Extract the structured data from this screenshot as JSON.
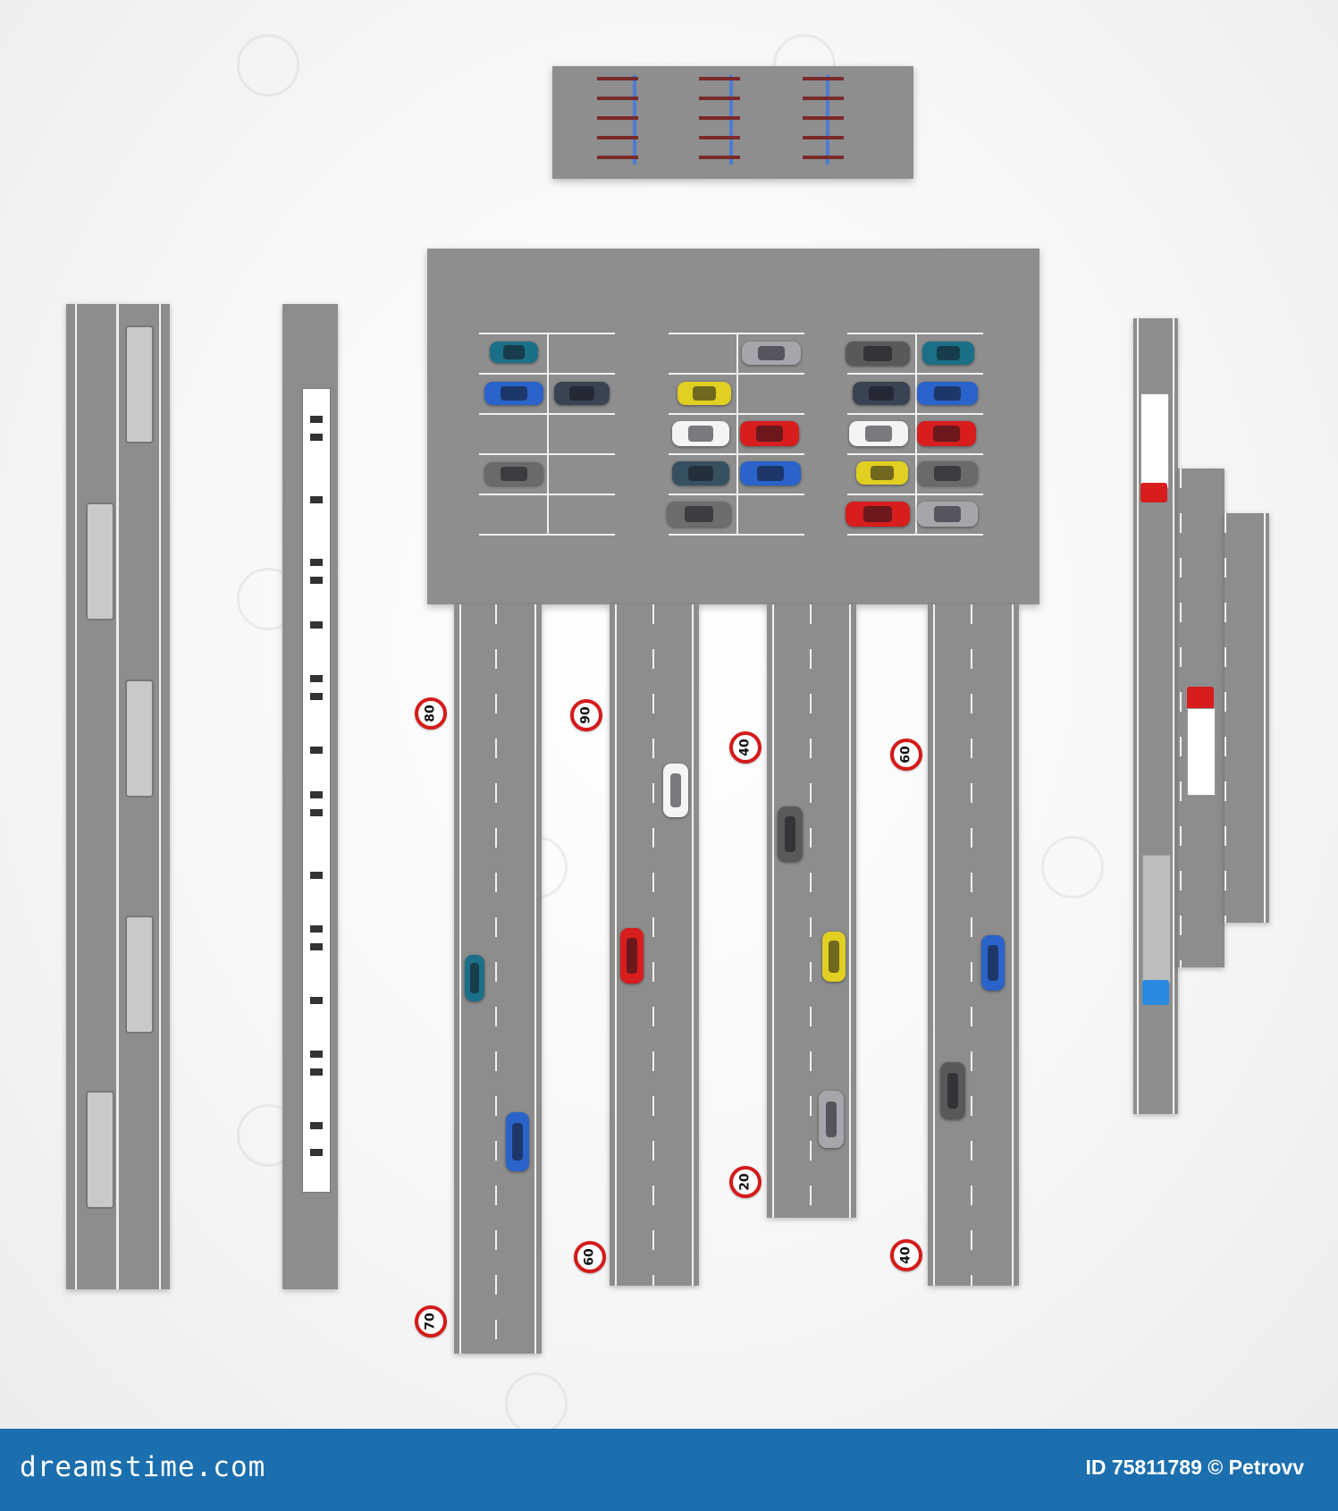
{
  "footer": {
    "brand": "dreamstime.com",
    "credit": "ID 75811789 © Petrovv"
  },
  "speed_signs": [
    "80",
    "90",
    "40",
    "60",
    "20",
    "60",
    "40",
    "70"
  ],
  "colors": {
    "road": "#8d8d8d",
    "sign_border": "#d51a1a",
    "footer": "#1c6fae"
  }
}
